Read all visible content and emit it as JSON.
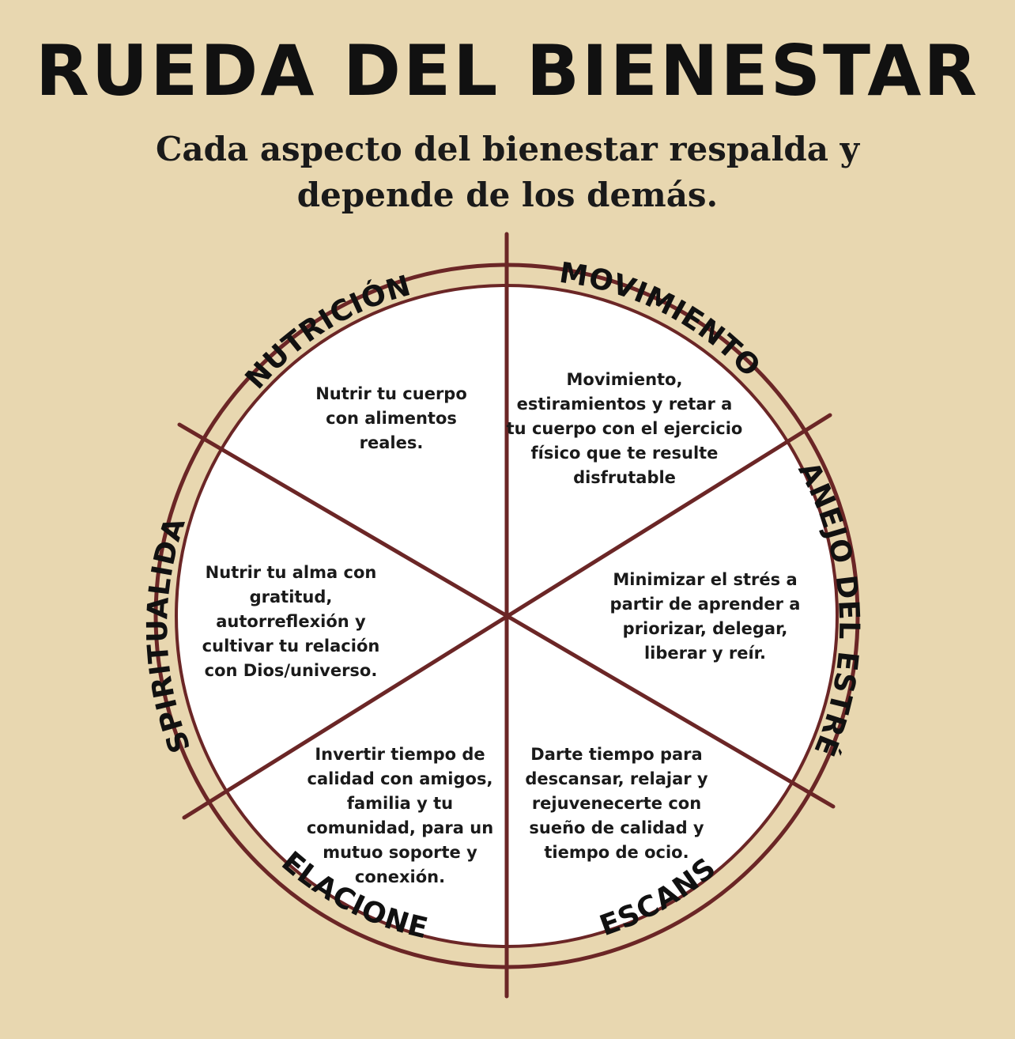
{
  "title": "RUEDA DEL BIENESTAR",
  "subtitle": "Cada aspecto del bienestar respalda y depende de los demás.",
  "colors": {
    "background": "#e8d7b0",
    "wheel_fill": "#ffffff",
    "wheel_stroke": "#6b2626",
    "text": "#111111"
  },
  "segments": [
    {
      "name": "NUTRICIÓN",
      "description": "Nutrir tu cuerpo\ncon alimentos\nreales."
    },
    {
      "name": "MOVIMIENTO",
      "description": "Movimiento,\nestiramientos y retar a\ntu cuerpo con el ejercicio\nfísico que te resulte\ndisfrutable"
    },
    {
      "name": "MANEJO DEL ESTRÉS",
      "description": "Minimizar el strés a\npartir de aprender a\npriorizar, delegar,\nliberar y reír."
    },
    {
      "name": "DESCANSO",
      "description": "Darte tiempo para\ndescansar, relajar y\nrejuvenecerte con\nsueño de calidad y\ntiempo de ocio."
    },
    {
      "name": "RELACIONES",
      "description": "Invertir tiempo de\ncalidad con amigos,\nfamilia y tu\ncomunidad, para un\nmutuo soporte y\nconexión."
    },
    {
      "name": "ESPIRITUALIDAD",
      "description": "Nutrir tu alma con\ngratitud,\nautorreflexión y\ncultivar tu relación\ncon Dios/universo."
    }
  ]
}
